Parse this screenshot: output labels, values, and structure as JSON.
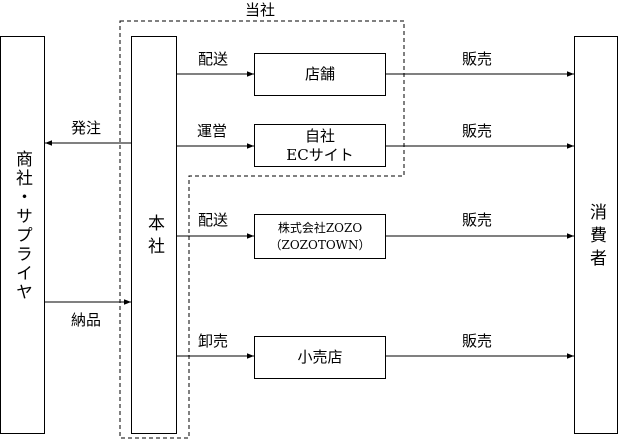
{
  "diagram": {
    "company_label": "当社",
    "nodes": {
      "supplier": "商社・サプライヤ",
      "hq": "本社",
      "consumer": "消費者",
      "store": "店舗",
      "ec_line1": "自社",
      "ec_line2": "ECサイト",
      "zozo_line1": "株式会社ZOZO",
      "zozo_line2": "（ZOZOTOWN）",
      "retailer": "小売店"
    },
    "edges": {
      "order": "発注",
      "delivery_in": "納品",
      "ship_store": "配送",
      "operate_ec": "運営",
      "ship_zozo": "配送",
      "wholesale": "卸売",
      "sell_store": "販売",
      "sell_ec": "販売",
      "sell_zozo": "販売",
      "sell_retailer": "販売"
    }
  }
}
